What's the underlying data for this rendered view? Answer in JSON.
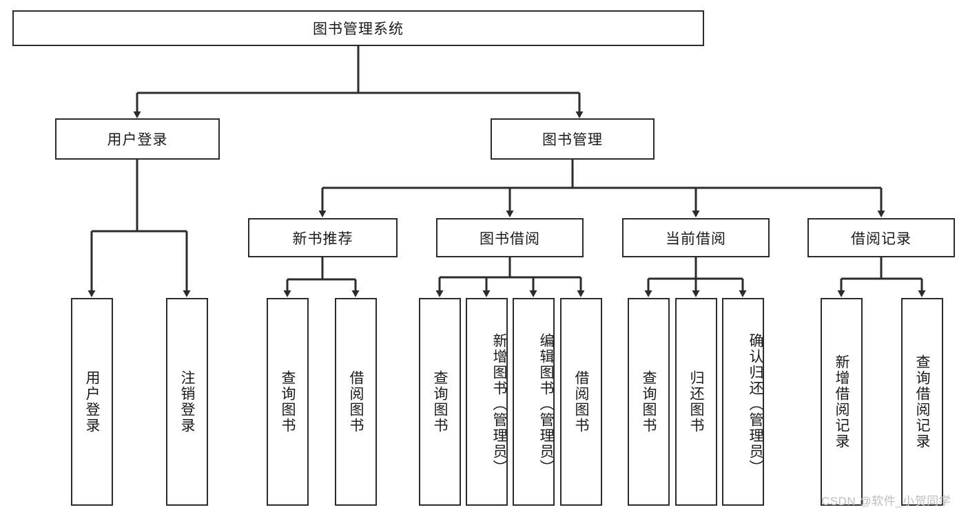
{
  "diagram": {
    "title": "图书管理系统",
    "type": "tree-hierarchy-diagram",
    "colors": {
      "border": "#2b2b2b",
      "fill": "#ffffff",
      "text": "#1a1a1a",
      "watermark": "#bdbdbd"
    },
    "root": {
      "label": "图书管理系统"
    },
    "level1": [
      {
        "label": "用户登录"
      },
      {
        "label": "图书管理"
      }
    ],
    "level2": [
      {
        "label": "新书推荐"
      },
      {
        "label": "图书借阅"
      },
      {
        "label": "当前借阅"
      },
      {
        "label": "借阅记录"
      }
    ],
    "leaves": {
      "user_login": [
        {
          "label": "用户登录"
        },
        {
          "label": "注销登录"
        }
      ],
      "new_book": [
        {
          "label": "查询图书"
        },
        {
          "label": "借阅图书"
        }
      ],
      "book_borrow": [
        {
          "label": "查询图书"
        },
        {
          "label": "新增图书（管理员）"
        },
        {
          "label": "编辑图书（管理员）"
        },
        {
          "label": "借阅图书"
        }
      ],
      "current_borrow": [
        {
          "label": "查询图书"
        },
        {
          "label": "归还图书"
        },
        {
          "label": "确认归还（管理员）"
        }
      ],
      "borrow_record": [
        {
          "label": "新增借阅记录"
        },
        {
          "label": "查询借阅记录"
        }
      ]
    }
  },
  "watermark": {
    "text": "CSDN @软件_小贺同学"
  }
}
